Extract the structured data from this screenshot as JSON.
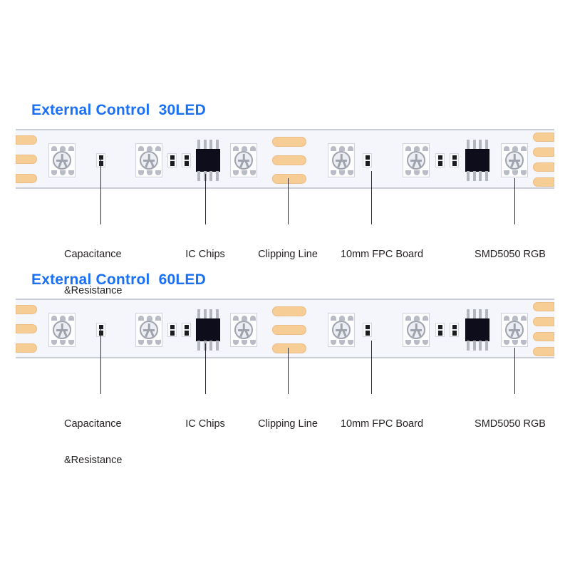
{
  "page": {
    "background": "#ffffff",
    "title_color": "#1a6ff5",
    "label_color": "#231f20",
    "pcb_color": "#f4f6fb",
    "pad_color": "#f7cd96",
    "ic_color": "#0d0d1c",
    "pin_color": "#b3b6bf"
  },
  "sections": [
    {
      "id": "strip-30led",
      "title": "External Control  30LED",
      "strip": {
        "led_count": 6,
        "ic_count": 2,
        "capacitor_count": 5,
        "clip_pad_count": 3,
        "left_edge_pads": 3,
        "right_edge_pads": 4
      },
      "callouts": [
        {
          "name": "capacitance-resistance",
          "lines": [
            "Capacitance",
            "&Resistance"
          ]
        },
        {
          "name": "ic-chips",
          "lines": [
            "IC Chips"
          ]
        },
        {
          "name": "clipping-line",
          "lines": [
            "Clipping Line"
          ]
        },
        {
          "name": "fpc-board",
          "lines": [
            "10mm FPC Board"
          ]
        },
        {
          "name": "smd5050-rgb",
          "lines": [
            "SMD5050 RGB"
          ]
        }
      ]
    },
    {
      "id": "strip-60led",
      "title": "External Control  60LED",
      "strip": {
        "led_count": 6,
        "ic_count": 2,
        "capacitor_count": 5,
        "clip_pad_count": 3,
        "left_edge_pads": 3,
        "right_edge_pads": 4
      },
      "callouts": [
        {
          "name": "capacitance-resistance",
          "lines": [
            "Capacitance",
            "&Resistance"
          ]
        },
        {
          "name": "ic-chips",
          "lines": [
            "IC Chips"
          ]
        },
        {
          "name": "clipping-line",
          "lines": [
            "Clipping Line"
          ]
        },
        {
          "name": "fpc-board",
          "lines": [
            "10mm FPC Board"
          ]
        },
        {
          "name": "smd5050-rgb",
          "lines": [
            "SMD5050 RGB"
          ]
        }
      ]
    }
  ]
}
